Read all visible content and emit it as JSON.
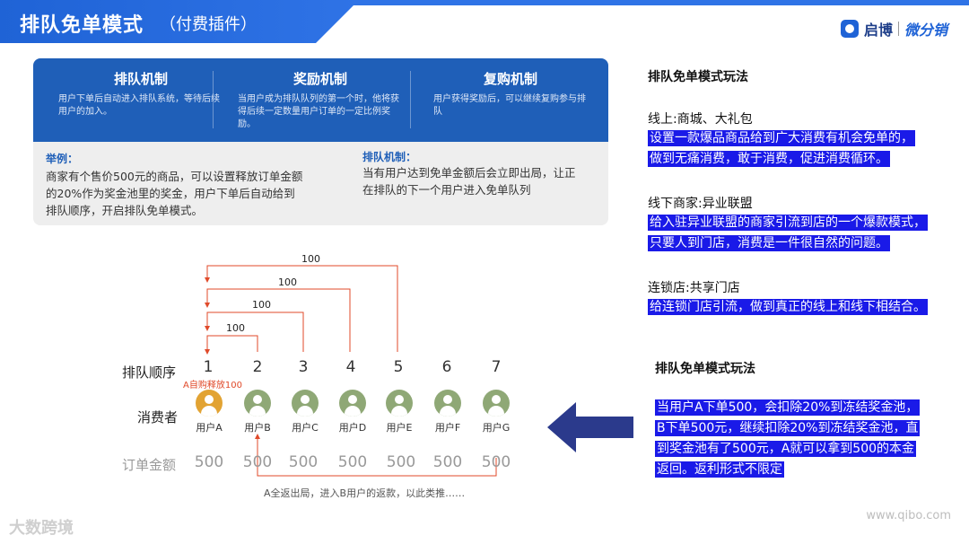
{
  "header": {
    "title": "排队免单模式",
    "subtitle": "（付费插件）"
  },
  "logo": {
    "brand": "启博",
    "product": "微分销"
  },
  "mechanisms": [
    {
      "title": "排队机制",
      "desc": "用户下单后自动进入排队系统，等待后续用户的加入。"
    },
    {
      "title": "奖励机制",
      "desc": "当用户成为排队队列的第一个时，他将获得后续一定数量用户订单的一定比例奖励。"
    },
    {
      "title": "复购机制",
      "desc": "用户获得奖励后，可以继续复购参与排队"
    }
  ],
  "example": {
    "title": "举例：",
    "lines": [
      "商家有个售价500元的商品，可以设置释放订单金额",
      "的20%作为奖金池里的奖金，用户下单后自动给到",
      "排队顺序，开启排队免单模式。"
    ]
  },
  "queue_rule": {
    "title": "排队机制：",
    "lines": [
      "当有用户达到免单金额后会立即出局，让正",
      "在排队的下一个用户进入免单队列"
    ]
  },
  "diagram": {
    "row_order_label": "排队顺序",
    "row_consumer_label": "消费者",
    "row_amount_label": "订单金额",
    "positions": [
      "1",
      "2",
      "3",
      "4",
      "5",
      "6",
      "7"
    ],
    "users": [
      "用户A",
      "用户B",
      "用户C",
      "用户D",
      "用户E",
      "用户F",
      "用户G"
    ],
    "amounts": [
      "500",
      "500",
      "500",
      "500",
      "500",
      "500",
      "500"
    ],
    "arrow_labels": [
      "100",
      "100",
      "100",
      "100"
    ],
    "self_release_note": "A自购释放100",
    "bottom_note": "A全返出局，进入B用户的返款，以此类推……"
  },
  "right": {
    "title": "排队免单模式玩法",
    "sections": [
      {
        "head": "线上:商城、大礼包",
        "lines": [
          "设置一款爆品商品给到广大消费有机会免单的，",
          "做到无痛消费，敢于消费，促进消费循环。"
        ]
      },
      {
        "head": "线下商家:异业联盟",
        "lines": [
          "给入驻异业联盟的商家引流到店的一个爆款模式，",
          "只要人到门店，消费是一件很自然的问题。"
        ]
      },
      {
        "head": "连锁店:共享门店",
        "lines": [
          "给连锁门店引流，做到真正的线上和线下相结合。"
        ]
      }
    ],
    "title2": "排队免单模式玩法",
    "explain_lines": [
      "当用户A下单500，会扣除20%到冻结奖金池，",
      "B下单500元，继续扣除20%到冻结奖金池，直",
      "到奖金池有了500元，A就可以拿到500的本金",
      "返回。返利形式不限定"
    ]
  },
  "watermarks": {
    "left": "大数跨境",
    "right": "www.qibo.com"
  },
  "colors": {
    "primary": "#1f5fb8",
    "highlight": "#1a1ae8",
    "arrow": "#e04a2a",
    "big_arrow": "#2b3a8c"
  }
}
